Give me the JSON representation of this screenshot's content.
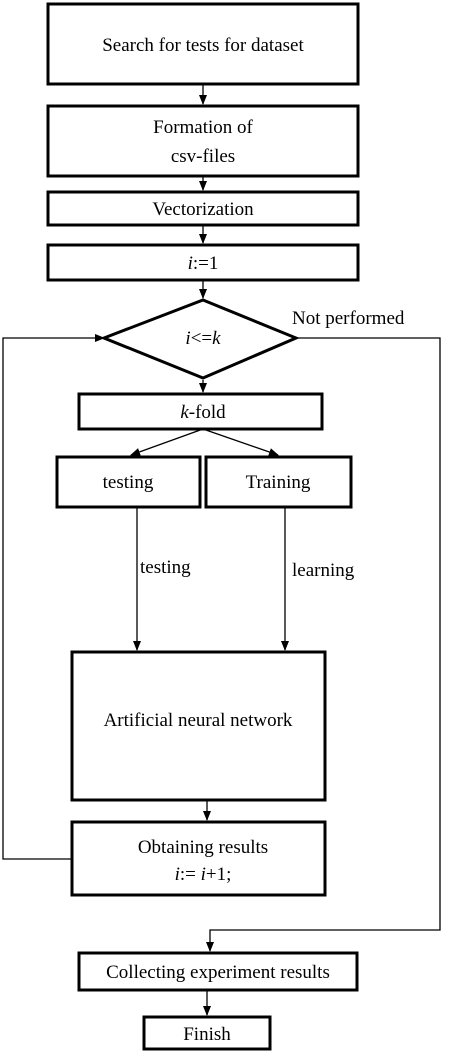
{
  "nodes": {
    "search": "Search for tests for dataset",
    "formation_line1": "Formation of",
    "formation_line2": "csv-files",
    "vectorization": "Vectorization",
    "init_var": "i",
    "init_op": ":=1",
    "cond_left": "i",
    "cond_op": "<=",
    "cond_right": "k",
    "kfold_var": "k",
    "kfold_rest": "-fold",
    "testing": "testing",
    "training": "Training",
    "ann": "Artificial neural network",
    "obtain_line1": "Obtaining results",
    "obtain_var1": "i",
    "obtain_op": ":= ",
    "obtain_var2": "i",
    "obtain_tail": "+1;",
    "collecting": "Collecting experiment results",
    "finish": "Finish"
  },
  "edges": {
    "not_performed": "Not performed",
    "testing_edge": "testing",
    "learning_edge": "learning"
  }
}
